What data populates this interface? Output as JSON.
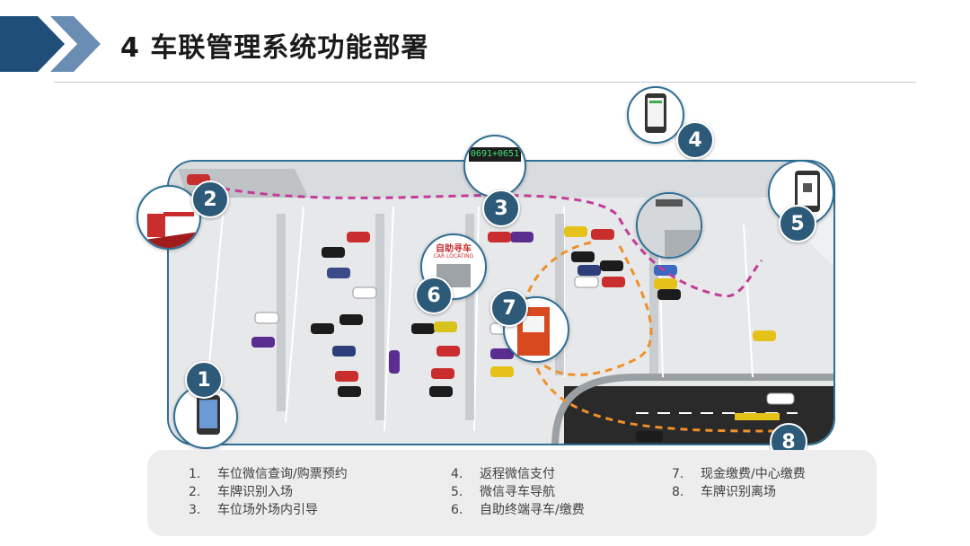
{
  "slide": {
    "title": "4 车联管理系统功能部署"
  },
  "colors": {
    "accent_dark": "#1f4e79",
    "accent_light": "#6a8db3",
    "badge": "#2d5a78",
    "frame": "#2f6f95",
    "route_pink": "#c23c9a",
    "route_orange": "#f0902a"
  },
  "badges": [
    "1",
    "2",
    "3",
    "4",
    "5",
    "6",
    "7",
    "8"
  ],
  "signs": {
    "display_board": "0691+0651",
    "kiosk_cn": "自助寻车",
    "kiosk_en": "CAR LOCATING"
  },
  "legend": {
    "columns": [
      [
        {
          "num": "1.",
          "text": "车位微信查询/购票预约"
        },
        {
          "num": "2.",
          "text": "车牌识别入场"
        },
        {
          "num": "3.",
          "text": "车位场外场内引导"
        }
      ],
      [
        {
          "num": "4.",
          "text": "返程微信支付"
        },
        {
          "num": "5.",
          "text": "微信寻车导航"
        },
        {
          "num": "6.",
          "text": "自助终端寻车/缴费"
        }
      ],
      [
        {
          "num": "7.",
          "text": "现金缴费/中心缴费"
        },
        {
          "num": "8.",
          "text": "车牌识别离场"
        }
      ]
    ]
  }
}
